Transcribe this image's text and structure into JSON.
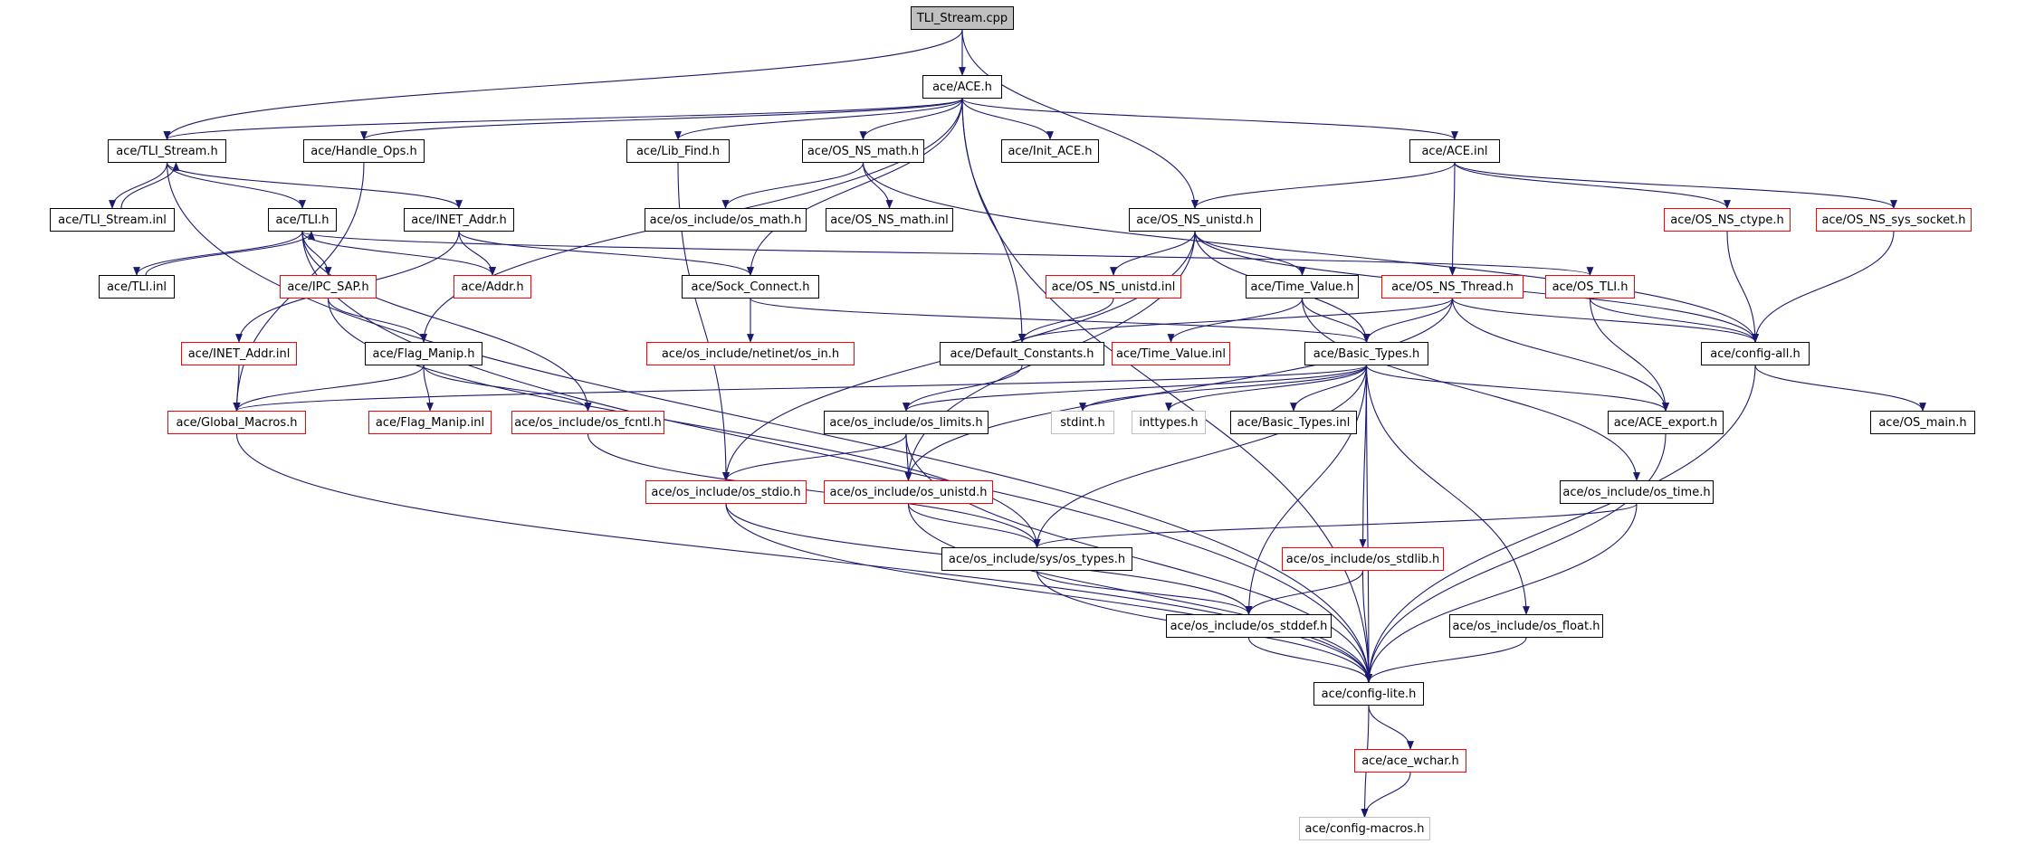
{
  "colors": {
    "edge": "#191970",
    "node_border": "#000000",
    "missing_border": "#ff0000",
    "undocumented_border": "#bfbfbf",
    "root_fill": "#bfbfbf"
  },
  "nodes": {
    "tli_stream_cpp": "TLI_Stream.cpp",
    "ace_h": "ace/ACE.h",
    "tli_stream_h": "ace/TLI_Stream.h",
    "handle_ops_h": "ace/Handle_Ops.h",
    "lib_find_h": "ace/Lib_Find.h",
    "os_ns_math_h": "ace/OS_NS_math.h",
    "init_ace_h": "ace/Init_ACE.h",
    "ace_inl": "ace/ACE.inl",
    "tli_stream_inl": "ace/TLI_Stream.inl",
    "tli_h": "ace/TLI.h",
    "inet_addr_h": "ace/INET_Addr.h",
    "os_math_h": "ace/os_include/os_math.h",
    "os_ns_math_inl": "ace/OS_NS_math.inl",
    "os_ns_unistd_h": "ace/OS_NS_unistd.h",
    "os_ns_ctype_h": "ace/OS_NS_ctype.h",
    "os_ns_sys_socket_h": "ace/OS_NS_sys_socket.h",
    "tli_inl": "ace/TLI.inl",
    "ipc_sap_h": "ace/IPC_SAP.h",
    "addr_h": "ace/Addr.h",
    "sock_connect_h": "ace/Sock_Connect.h",
    "os_ns_unistd_inl": "ace/OS_NS_unistd.inl",
    "time_value_h": "ace/Time_Value.h",
    "os_ns_thread_h": "ace/OS_NS_Thread.h",
    "os_tli_h": "ace/OS_TLI.h",
    "inet_addr_inl": "ace/INET_Addr.inl",
    "flag_manip_h": "ace/Flag_Manip.h",
    "netinet_in_h": "ace/os_include/netinet/os_in.h",
    "default_constants_h": "ace/Default_Constants.h",
    "time_value_inl": "ace/Time_Value.inl",
    "basic_types_h": "ace/Basic_Types.h",
    "config_all_h": "ace/config-all.h",
    "global_macros_h": "ace/Global_Macros.h",
    "flag_manip_inl": "ace/Flag_Manip.inl",
    "os_fcntl_h": "ace/os_include/os_fcntl.h",
    "os_limits_h": "ace/os_include/os_limits.h",
    "stdint_h": "stdint.h",
    "inttypes_h": "inttypes.h",
    "basic_types_inl": "ace/Basic_Types.inl",
    "ace_export_h": "ace/ACE_export.h",
    "os_main_h": "ace/OS_main.h",
    "os_stdio_h": "ace/os_include/os_stdio.h",
    "os_unistd_h": "ace/os_include/os_unistd.h",
    "os_time_h": "ace/os_include/os_time.h",
    "sys_os_types_h": "ace/os_include/sys/os_types.h",
    "os_stdlib_h": "ace/os_include/os_stdlib.h",
    "os_stddef_h": "ace/os_include/os_stddef.h",
    "os_float_h": "ace/os_include/os_float.h",
    "config_lite_h": "ace/config-lite.h",
    "ace_wchar_h": "ace/ace_wchar.h",
    "config_macros_h": "ace/config-macros.h"
  }
}
